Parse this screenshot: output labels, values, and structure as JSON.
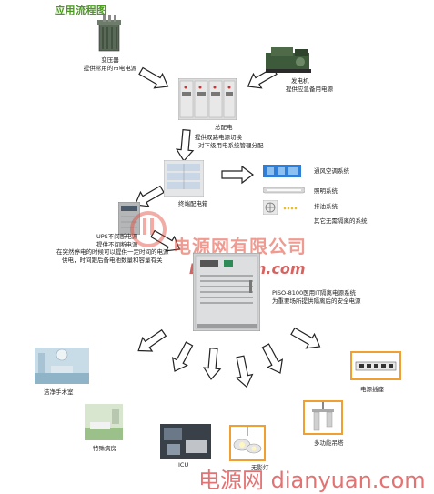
{
  "title": "应用流程图",
  "transformer": {
    "name": "变压器",
    "desc": "提供常用的市电电源"
  },
  "generator": {
    "name": "发电机",
    "desc": "提供应急备用电源"
  },
  "main_panel": {
    "name": "总配电",
    "desc1": "提供双路电源切换",
    "desc2": "对下级用电系统管理分配"
  },
  "terminal_panel": {
    "name": "终端配电箱"
  },
  "systems": [
    "通风空调系统",
    "照明系统",
    "排油系统",
    "其它无需隔离的系统"
  ],
  "ups": {
    "line1": "UPS不间断电源",
    "line2": "提供不间断电源",
    "line3": "在突然停电的时候可以提供一定时间的电源",
    "line4": "供电，时间跟后备电池数量和容量有关"
  },
  "piso": {
    "line1": "PISO-8100医用IT隔离电源系统",
    "line2": "为重要场所提供隔离后的安全电源"
  },
  "destinations": {
    "operating_room": "洁净手术室",
    "special_ward": "特殊病房",
    "icu": "ICU",
    "shadowless_lamp": "无影灯",
    "pendant": "多功能吊塔",
    "socket": "电源插座"
  },
  "watermark": {
    "company": "电源网有限公司",
    "url": "DianYuan.com"
  },
  "footer": {
    "cn": "电源网 dianyuan.com",
    "small": "电源网 dianyuan.com"
  },
  "colors": {
    "accent": "#4a9a1e",
    "arrow_fill": "#ffffff",
    "arrow_stroke": "#222222",
    "frame": "#f0a030",
    "watermark": "#e34a3a"
  }
}
